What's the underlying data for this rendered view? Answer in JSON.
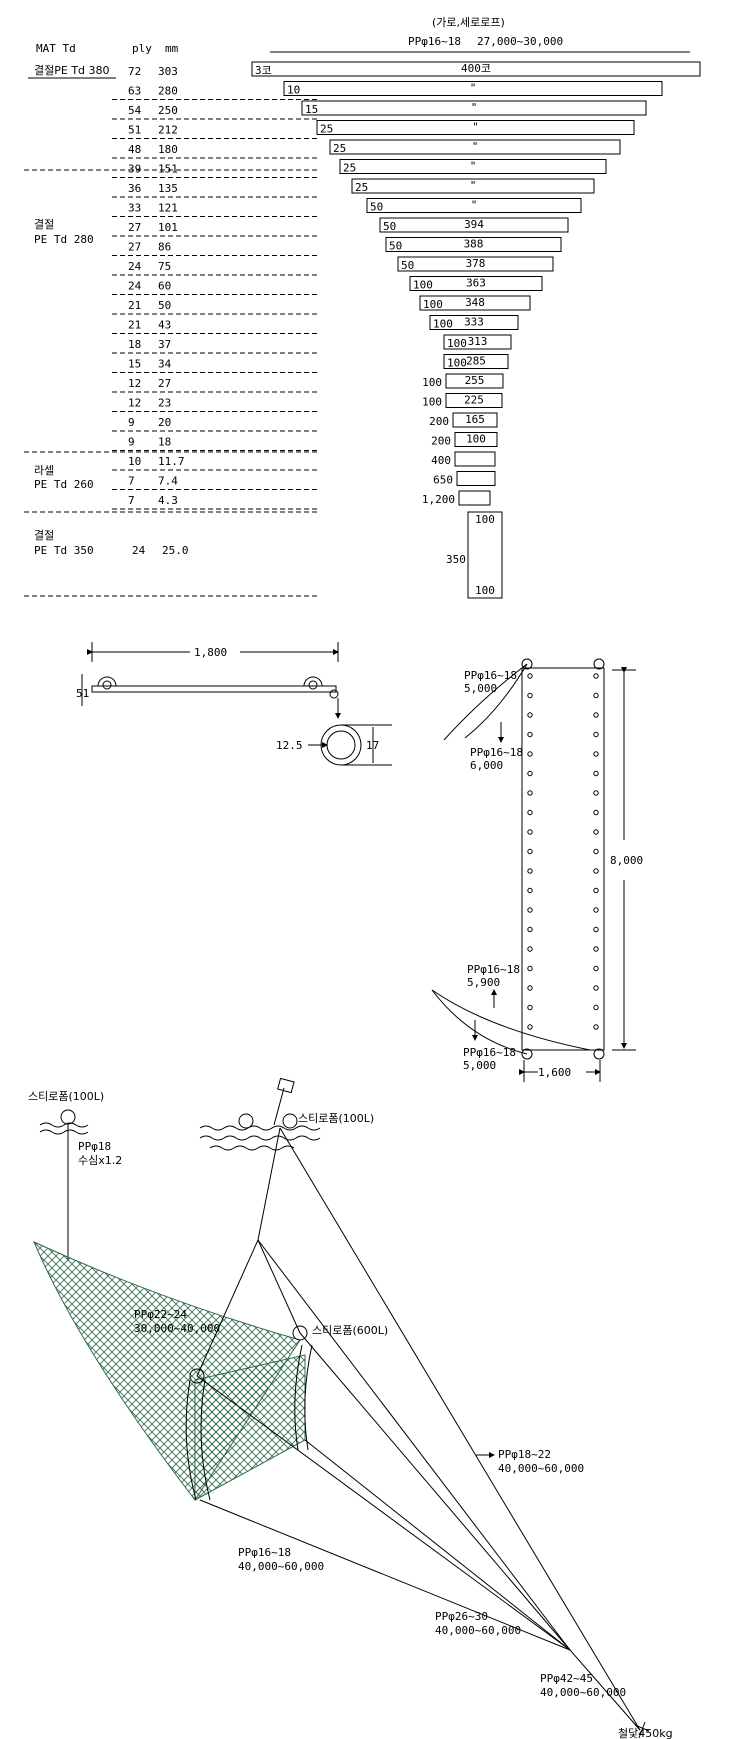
{
  "net_table": {
    "header_top": "(가로,세로로프)",
    "header_rope": "PPφ16~18",
    "header_range": "27,000~30,000",
    "col_mat": "MAT Td",
    "col_ply": "ply",
    "col_mm": "mm",
    "rows": [
      {
        "ply": "72",
        "mm": "303",
        "left": "3코",
        "center": "400코"
      },
      {
        "ply": "63",
        "mm": "280",
        "left": "10",
        "center": "\""
      },
      {
        "ply": "54",
        "mm": "250",
        "left": "15",
        "center": "\""
      },
      {
        "ply": "51",
        "mm": "212",
        "left": "25",
        "center": "\""
      },
      {
        "ply": "48",
        "mm": "180",
        "left": "25",
        "center": "\""
      },
      {
        "ply": "39",
        "mm": "151",
        "left": "25",
        "center": "\""
      },
      {
        "ply": "36",
        "mm": "135",
        "left": "25",
        "center": "\""
      },
      {
        "ply": "33",
        "mm": "121",
        "left": "50",
        "center": "\""
      },
      {
        "ply": "27",
        "mm": "101",
        "left": "50",
        "center": "394"
      },
      {
        "ply": "27",
        "mm": "86",
        "left": "50",
        "center": "388"
      },
      {
        "ply": "24",
        "mm": "75",
        "left": "50",
        "center": "378"
      },
      {
        "ply": "24",
        "mm": "60",
        "left": "100",
        "center": "363"
      },
      {
        "ply": "21",
        "mm": "50",
        "left": "100",
        "center": "348"
      },
      {
        "ply": "21",
        "mm": "43",
        "left": "100",
        "center": "333"
      },
      {
        "ply": "18",
        "mm": "37",
        "left": "100",
        "center": "313"
      },
      {
        "ply": "15",
        "mm": "34",
        "left": "100",
        "center": "285"
      },
      {
        "ply": "12",
        "mm": "27",
        "left": "100",
        "center": "255"
      },
      {
        "ply": "12",
        "mm": "23",
        "left": "100",
        "center": "225"
      },
      {
        "ply": "9",
        "mm": "20",
        "left": "200",
        "center": "165"
      },
      {
        "ply": "9",
        "mm": "18",
        "left": "200",
        "center": "100"
      },
      {
        "ply": "10",
        "mm": "11.7",
        "left": "400",
        "center": ""
      },
      {
        "ply": "7",
        "mm": "7.4",
        "left": "650",
        "center": ""
      },
      {
        "ply": "7",
        "mm": "4.3",
        "left": "1,200",
        "center": ""
      }
    ],
    "group1_label": "결절PE Td 380",
    "group2_label_a": "결절",
    "group2_label_b": "PE Td 280",
    "group3_label_a": "라셀",
    "group3_label_b": "PE Td 260",
    "group4_label_a": "결절",
    "group4_label_b": "PE Td 350",
    "group4_ply": "24",
    "group4_mm": "25.0",
    "bag_top": "100",
    "bag_left": "350",
    "bag_bottom": "100"
  },
  "frame_detail": {
    "width_label": "1,800",
    "height_label": "51",
    "ring_inner": "12.5",
    "ring_outer": "17"
  },
  "panel_detail": {
    "rope_a1": "PPφ16~18",
    "rope_a1_len": "5,000",
    "rope_a2": "PPφ16~18",
    "rope_a2_len": "6,000",
    "rope_b1": "PPφ16~18",
    "rope_b1_len": "5,900",
    "rope_b2": "PPφ16~18",
    "rope_b2_len": "5,000",
    "height_label": "8,000",
    "width_label": "1,600"
  },
  "rig": {
    "float_left": "스티로폼(100L)",
    "float_right": "스티로폼(100L)",
    "rope_float": "PPφ18",
    "rope_float_depth": "수심x1.2",
    "rope_mid": "PPφ22~24",
    "rope_mid_len": "30,000~40,000",
    "float_big": "스티로폼(600L)",
    "rope_right": "PPφ18~22",
    "rope_right_len": "40,000~60,000",
    "rope_lower": "PPφ16~18",
    "rope_lower_len": "40,000~60,000",
    "rope_main": "PPφ26~30",
    "rope_main_len": "40,000~60,000",
    "rope_anchor": "PPφ42~45",
    "rope_anchor_len": "40,000~60,000",
    "anchor": "철닻450kg"
  }
}
